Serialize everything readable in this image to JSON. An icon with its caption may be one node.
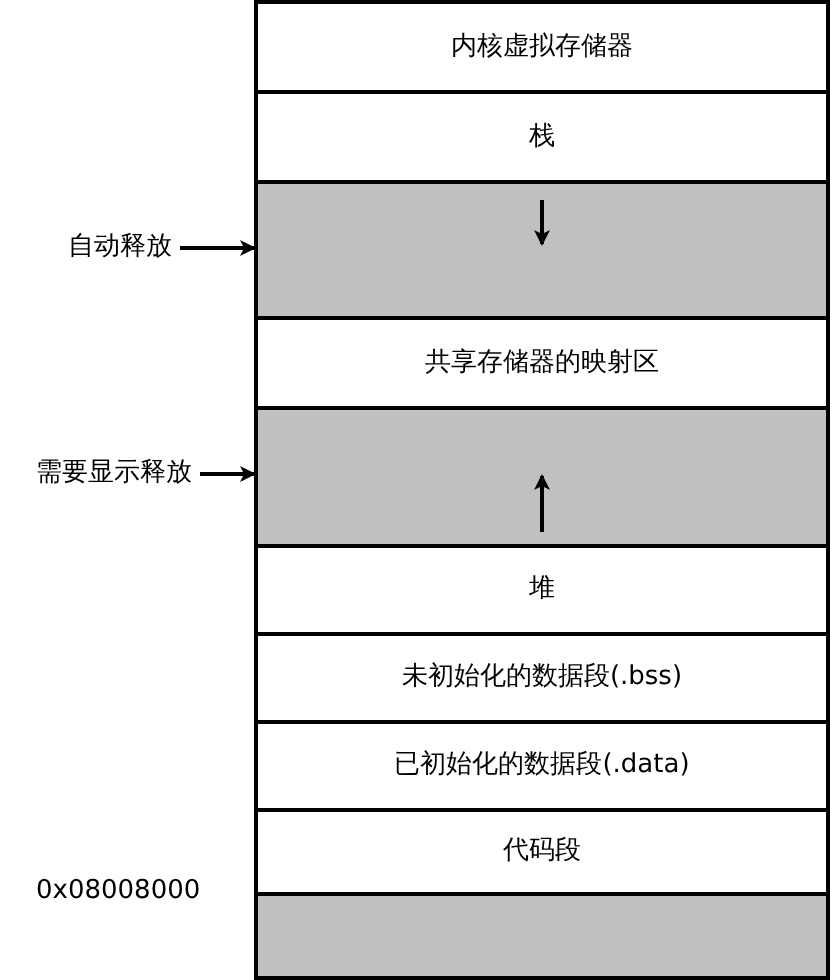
{
  "diagram": {
    "nodes": [
      {
        "text": [
          "内核虚拟存储器"
        ]
      },
      {
        "text": [
          "栈"
        ]
      },
      {
        "text": [],
        "shape": "box"
      },
      {
        "text": [
          "共享存储器的映射区"
        ]
      },
      {
        "text": [],
        "shape": "box"
      },
      {
        "text": [
          "堆"
        ]
      },
      {
        "text": [
          "未初始化的数据段(.bss)"
        ]
      },
      {
        "text": [
          "已初始化的数据段(.data)"
        ]
      },
      {
        "text": [
          "代码段"
        ]
      },
      {
        "text": [],
        "shape": "box"
      },
      {
        "text": [
          "自动释放"
        ]
      },
      {
        "text": [
          "需要显示释放"
        ]
      }
    ],
    "edges": [
      {
        "from": 10,
        "to": 2,
        "arrow": "to"
      },
      {
        "from": 11,
        "to": 4,
        "arrow": "to"
      }
    ],
    "labels": [
      "0x08008000"
    ]
  }
}
